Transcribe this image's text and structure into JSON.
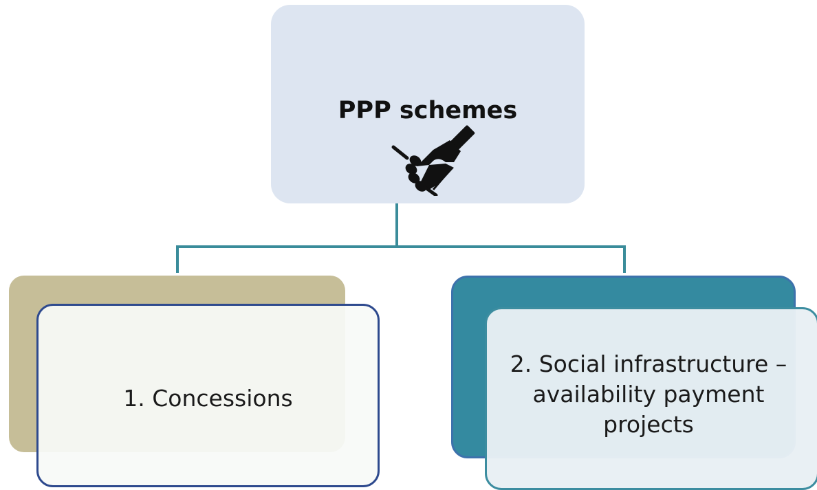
{
  "diagram": {
    "root": {
      "label": "PPP schemes",
      "icon": "handshake-icon",
      "fill": "#dde5f1"
    },
    "children": [
      {
        "label": "1. Concessions",
        "accent_color": "#c6be98",
        "border_color": "#2e4a8e"
      },
      {
        "label": "2. Social infrastructure –\navailability payment\nprojects",
        "accent_color": "#348aa0",
        "border_color": "#3c8da0"
      }
    ],
    "connector_color": "#3a8c9a"
  }
}
